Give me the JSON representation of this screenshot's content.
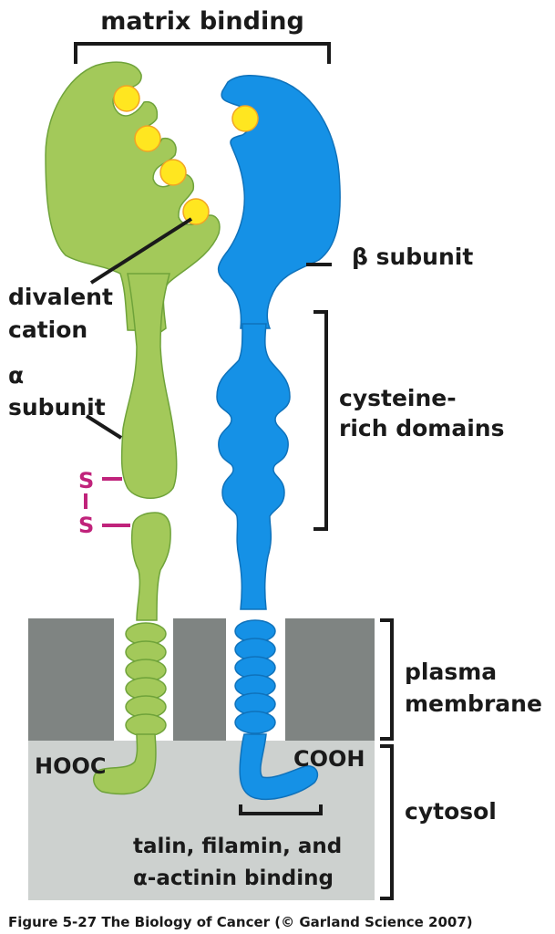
{
  "title": "matrix binding",
  "labels": {
    "beta_subunit": "β subunit",
    "divalent_cation_1": "divalent",
    "divalent_cation_2": "cation",
    "alpha_subunit_1": "α",
    "alpha_subunit_2": "subunit",
    "cysteine_1": "cysteine-",
    "cysteine_2": "rich domains",
    "disulfide_s1": "S",
    "disulfide_s2": "S",
    "plasma_1": "plasma",
    "plasma_2": "membrane",
    "cytosol": "cytosol",
    "hooc": "HOOC",
    "cooh": "COOH",
    "binding_1": "talin, filamin, and",
    "binding_2": "α-actinin binding"
  },
  "caption": "Figure 5-27  The Biology of Cancer (© Garland Science 2007)",
  "colors": {
    "alpha_subunit": "#a3c95a",
    "alpha_outline": "#6fa33a",
    "beta_subunit": "#1591e6",
    "beta_outline": "#0f72bb",
    "cation": "#ffe620",
    "cation_outline": "#f2a424",
    "disulfide": "#c0237b",
    "membrane": "#7f8482",
    "cytosol": "#cdd1cf",
    "text": "#1a1a1a"
  }
}
